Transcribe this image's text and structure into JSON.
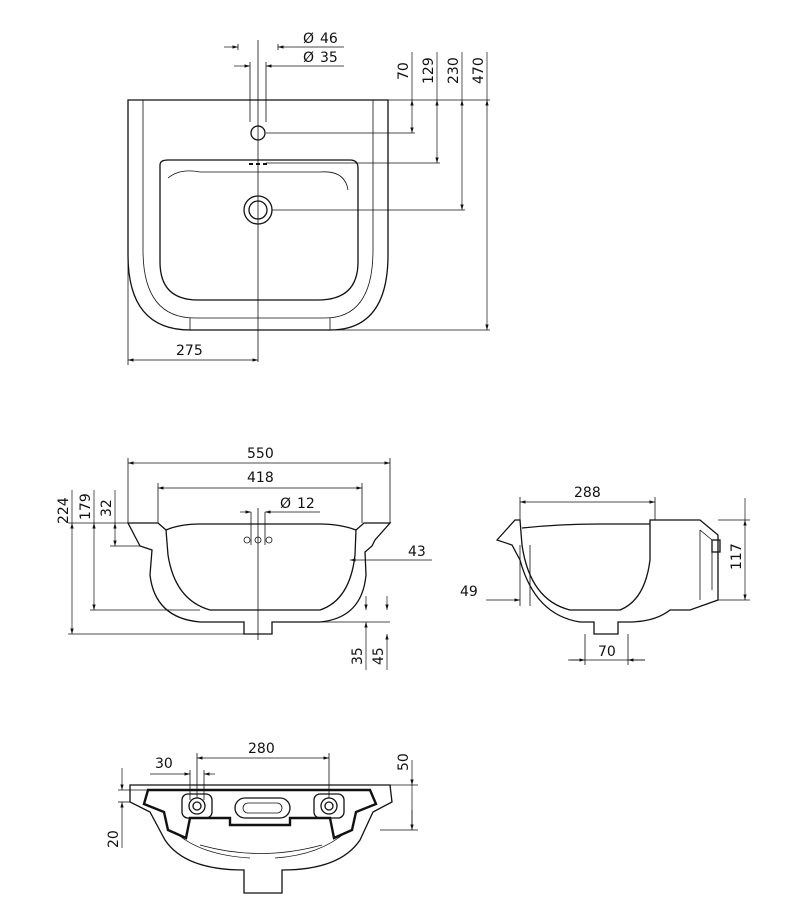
{
  "top_view": {
    "tap_hole_outer": "46",
    "tap_hole_inner": "35",
    "dim_70": "70",
    "dim_129": "129",
    "dim_230": "230",
    "dim_470": "470",
    "dim_275": "275"
  },
  "front_section": {
    "width_overall": "550",
    "width_bowl": "418",
    "overflow_dia": "12",
    "height_224": "224",
    "height_179": "179",
    "height_32": "32",
    "dim_43": "43",
    "dim_35": "35",
    "dim_45": "45"
  },
  "side_section": {
    "width_288": "288",
    "height_117": "117",
    "dim_49": "49",
    "dim_70": "70"
  },
  "bottom_view": {
    "dim_30": "30",
    "dim_280": "280",
    "dim_50": "50",
    "dim_20": "20"
  },
  "symbols": {
    "diameter": "Ø"
  }
}
